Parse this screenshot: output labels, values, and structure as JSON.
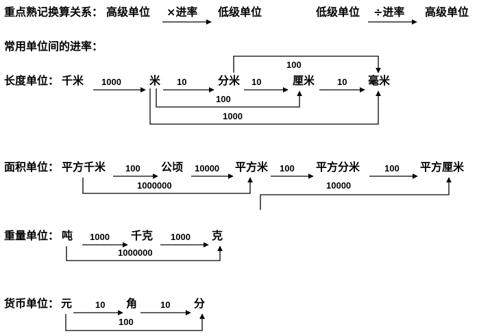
{
  "rules": {
    "rule1": {
      "from": "高级单位",
      "op": "×进率",
      "to": "低级单位"
    },
    "rule1_prefix": "重点熟记换算关系：",
    "rule2": {
      "from": "低级单位",
      "op": "÷进率",
      "to": "高级单位"
    }
  },
  "common_rates_title": "常用单位间的进率：",
  "length": {
    "label": "长度单位：",
    "units": [
      "千米",
      "米",
      "分米",
      "厘米",
      "毫米"
    ],
    "rates": {
      "km_m": "1000",
      "m_dm": "10",
      "dm_cm": "10",
      "cm_mm": "10",
      "m_cm": "100",
      "dm_mm": "100",
      "m_mm": "1000"
    }
  },
  "area": {
    "label": "面积单位：",
    "units": [
      "平方千米",
      "公顷",
      "平方米",
      "平方分米",
      "平方厘米"
    ],
    "rates": {
      "km2_ha": "100",
      "ha_m2": "10000",
      "km2_m2": "1000000",
      "m2_dm2": "100",
      "dm2_cm2": "100",
      "m2_cm2": "10000"
    }
  },
  "weight": {
    "label": "重量单位：",
    "units": [
      "吨",
      "千克",
      "克"
    ],
    "rates": {
      "t_kg": "1000",
      "kg_g": "1000",
      "t_g": "1000000"
    }
  },
  "currency": {
    "label": "货币单位：",
    "units": [
      "元",
      "角",
      "分"
    ],
    "rates": {
      "yuan_jiao": "10",
      "jiao_fen": "10",
      "yuan_fen": "100"
    }
  }
}
